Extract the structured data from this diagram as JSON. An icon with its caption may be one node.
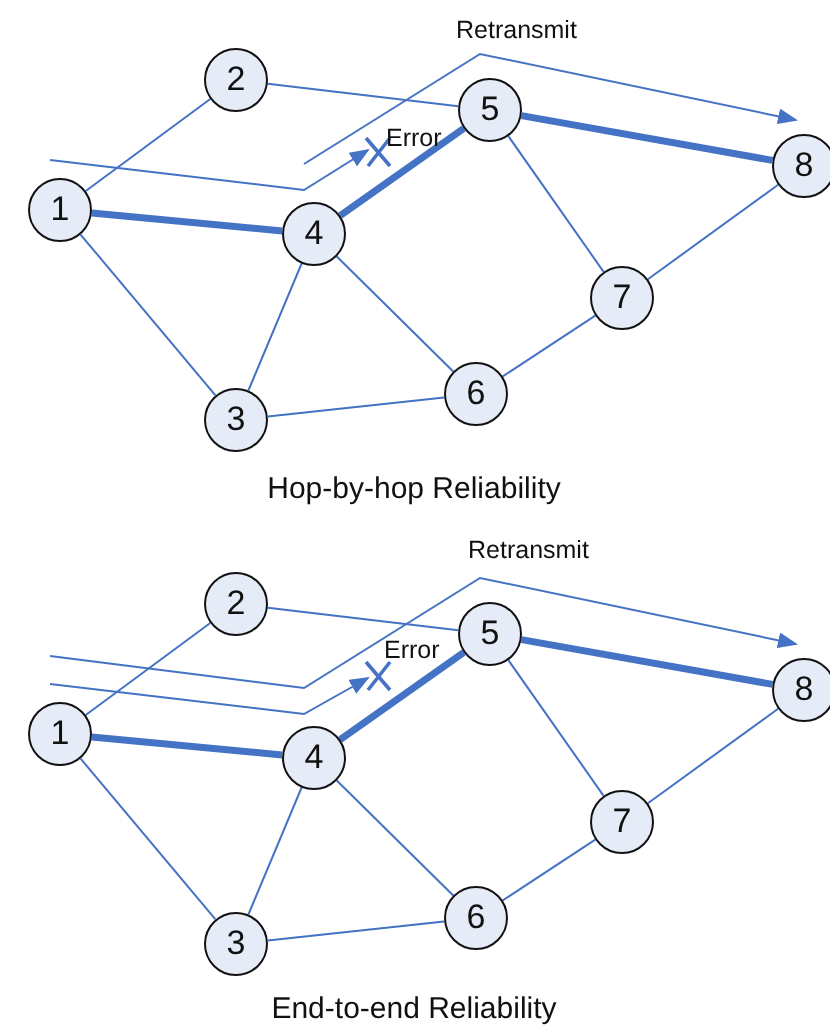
{
  "diagram": {
    "nodes": [
      {
        "text": [
          "1"
        ]
      },
      {
        "text": [
          "2"
        ]
      },
      {
        "text": [
          "3"
        ]
      },
      {
        "text": [
          "4"
        ]
      },
      {
        "text": [
          "5"
        ]
      },
      {
        "text": [
          "6"
        ]
      },
      {
        "text": [
          "7"
        ]
      },
      {
        "text": [
          "8"
        ]
      },
      {
        "text": [
          "1"
        ]
      },
      {
        "text": [
          "2"
        ]
      },
      {
        "text": [
          "3"
        ]
      },
      {
        "text": [
          "4"
        ]
      },
      {
        "text": [
          "5"
        ]
      },
      {
        "text": [
          "6"
        ]
      },
      {
        "text": [
          "7"
        ]
      },
      {
        "text": [
          "8"
        ]
      }
    ],
    "edges": [
      {
        "from": 0,
        "to": 1,
        "arrow": "none"
      },
      {
        "from": 0,
        "to": 3,
        "arrow": "none",
        "style": "thick"
      },
      {
        "from": 0,
        "to": 2,
        "arrow": "none"
      },
      {
        "from": 1,
        "to": 4,
        "arrow": "none"
      },
      {
        "from": 3,
        "to": 4,
        "arrow": "none",
        "style": "thick"
      },
      {
        "from": 3,
        "to": 2,
        "arrow": "none"
      },
      {
        "from": 3,
        "to": 5,
        "arrow": "none"
      },
      {
        "from": 4,
        "to": 6,
        "arrow": "none"
      },
      {
        "from": 4,
        "to": 7,
        "arrow": "none",
        "style": "thick"
      },
      {
        "from": 2,
        "to": 5,
        "arrow": "none"
      },
      {
        "from": 5,
        "to": 6,
        "arrow": "none"
      },
      {
        "from": 6,
        "to": 7,
        "arrow": "none"
      },
      {
        "from": 8,
        "to": 9,
        "arrow": "none"
      },
      {
        "from": 8,
        "to": 11,
        "arrow": "none",
        "style": "thick"
      },
      {
        "from": 8,
        "to": 10,
        "arrow": "none"
      },
      {
        "from": 9,
        "to": 12,
        "arrow": "none"
      },
      {
        "from": 11,
        "to": 12,
        "arrow": "none",
        "style": "thick"
      },
      {
        "from": 11,
        "to": 10,
        "arrow": "none"
      },
      {
        "from": 11,
        "to": 13,
        "arrow": "none"
      },
      {
        "from": 12,
        "to": 14,
        "arrow": "none"
      },
      {
        "from": 12,
        "to": 15,
        "arrow": "none",
        "style": "thick"
      },
      {
        "from": 10,
        "to": 13,
        "arrow": "none"
      },
      {
        "from": 13,
        "to": 14,
        "arrow": "none"
      },
      {
        "from": 14,
        "to": 15,
        "arrow": "none"
      }
    ],
    "labels": [
      "Retransmit",
      "Error",
      "Hop-by-hop Reliability",
      "Retransmit",
      "Error",
      "End-to-end Reliability"
    ]
  }
}
